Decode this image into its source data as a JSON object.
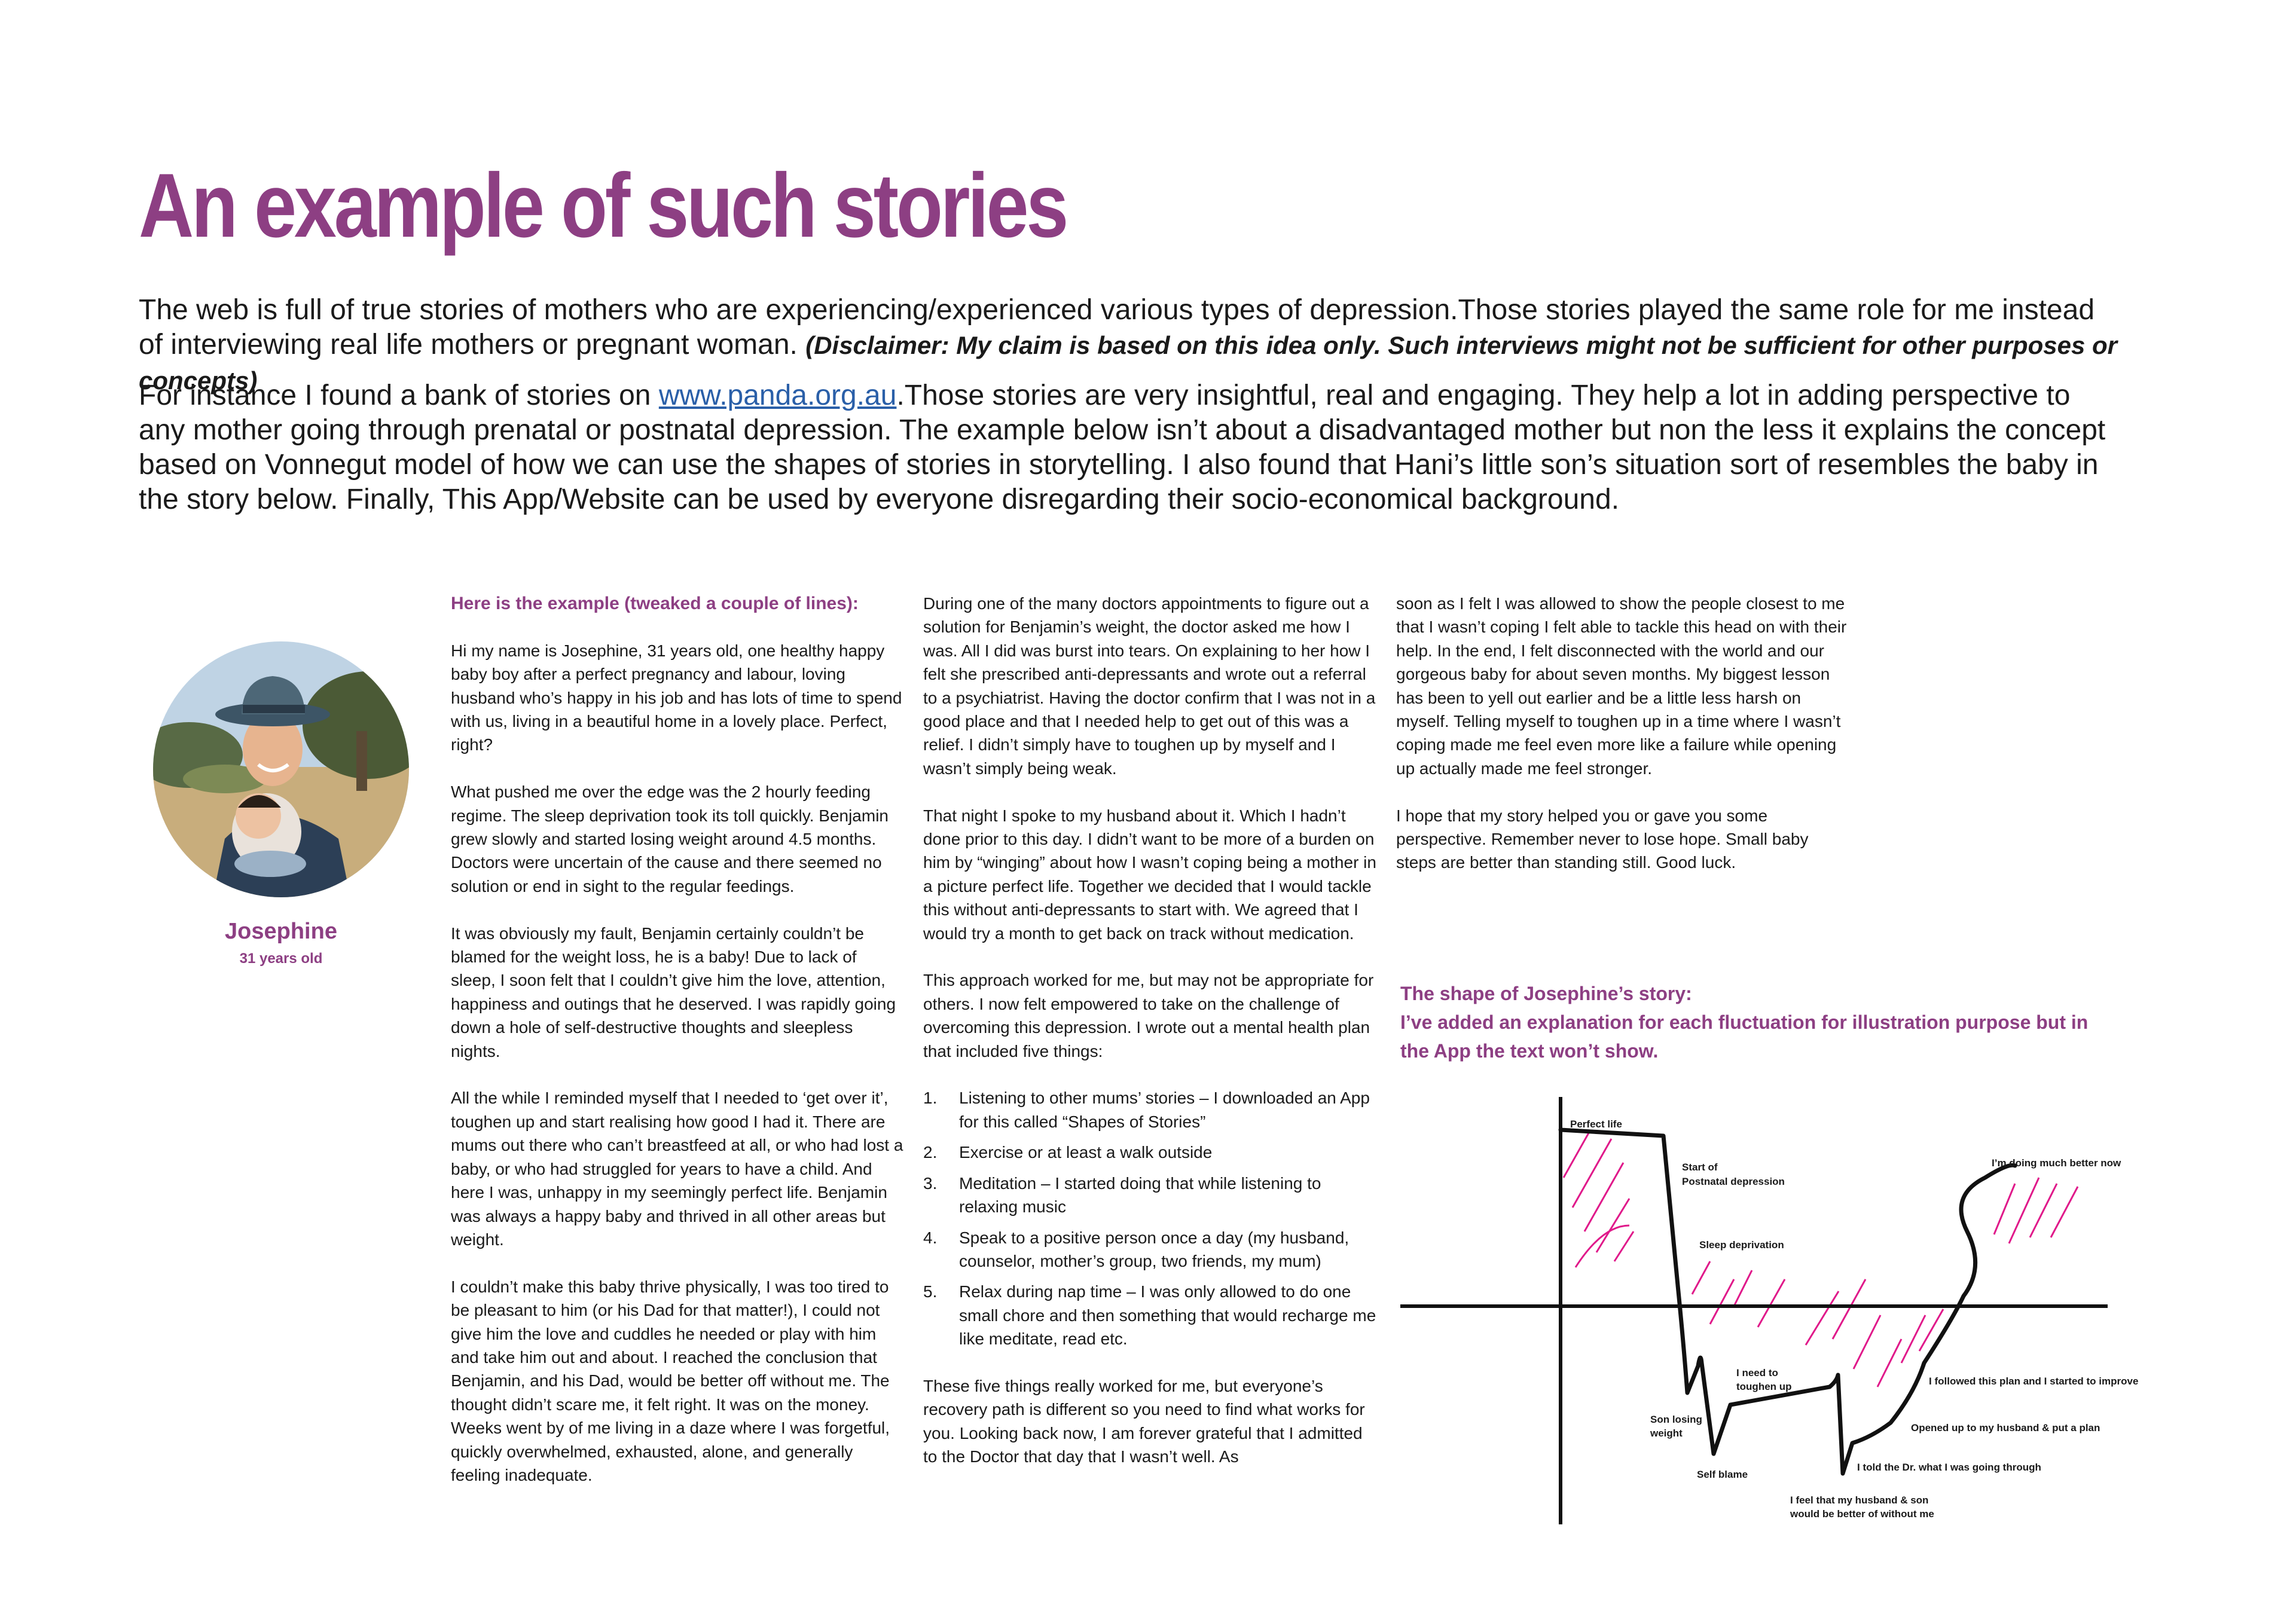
{
  "page": {
    "title": "An example of such stories",
    "intro": {
      "p1": "The web is full of true stories of mothers who are experiencing/experienced various types of depression.Those stories played the same role for me instead of interviewing real life mothers or pregnant woman. ",
      "p1_disclaimer": "(Disclaimer: My claim is based on this idea only. Such interviews might not be sufficient for other purposes or concepts)",
      "p2_before_link": "For instance I found a bank of stories on ",
      "link": "www.panda.org.au",
      "p2_after_link": ".Those stories are very insightful, real and engaging. They help a lot in adding perspective to any mother going through prenatal or postnatal depression. The example below isn’t about a disadvantaged mother but non the less it explains the concept based on Vonnegut model of how we can use the shapes of stories in storytelling. I also found that Hani’s little son’s situation sort of resembles the baby in the story below. Finally, This App/Website can be used by everyone disregarding their socio-economical background."
    }
  },
  "profile": {
    "name": "Josephine",
    "age": "31 years old"
  },
  "story": {
    "heading": "Here is the example (tweaked a couple of lines):",
    "col1": [
      "Hi my name is Josephine, 31 years old, one healthy happy baby boy after a perfect pregnancy and labour, loving husband who’s happy in his job and has lots of time to spend with us, living in a beautiful home in a lovely place. Perfect, right?",
      "What pushed me over the edge was the 2 hourly feeding regime. The sleep deprivation took its toll quickly. Benjamin grew slowly and started losing weight around 4.5 months. Doctors were uncertain of the cause and there seemed no solution or end in sight to the regular feedings.",
      "It was obviously my fault, Benjamin certainly couldn’t be blamed for the weight loss, he is a baby! Due to lack of sleep, I soon felt that I couldn’t give him the love, attention, happiness and outings that he deserved. I was rapidly going down a hole of self-destructive thoughts and sleepless nights.",
      "All the while I reminded myself that I needed to ‘get over it’, toughen up and start realising how good I had it. There are mums out there who can’t breastfeed at all, or who had lost a baby, or who had struggled for years to have a child. And here I was, unhappy in my seemingly perfect life. Benjamin was always a happy baby and thrived in all other areas but weight.",
      "I couldn’t make this baby thrive physically, I was too tired to be pleasant to him (or his Dad for that matter!), I could not give him the love and cuddles he needed or play with him and take him out and about. I reached the conclusion that Benjamin, and his Dad, would be better off without me. The thought didn’t scare me, it felt right. It was on the money. Weeks went by of me living in a daze where I was forgetful, quickly overwhelmed, exhausted, alone, and generally feeling inadequate."
    ],
    "col2": [
      "During one of the many doctors appointments to figure out a solution for Benjamin’s weight, the doctor asked me how I was. All I did was burst into tears. On explaining to her how I felt she prescribed anti-depressants and wrote out a referral to a psychiatrist. Having the doctor confirm that I was not in a good place and that I needed help to get out of this was a relief. I didn’t simply have to toughen up by myself and I wasn’t simply being weak.",
      "That night I spoke to my husband about it. Which I hadn’t done prior to this day. I didn’t want to be more of a burden on him by “winging” about how I wasn’t coping being a mother in a picture perfect life. Together we decided that I would tackle this without anti-depressants to start with. We agreed that I would try a month to get back on track without medication.",
      "This approach worked for me, but may not be appropriate for others. I now felt empowered to take on the challenge of overcoming this depression. I wrote out a mental health plan that included five things:"
    ],
    "plan": [
      {
        "num": "1.",
        "text": "Listening to other mums’ stories – I downloaded an App for this called “Shapes of Stories”"
      },
      {
        "num": "2.",
        "text": "Exercise or at least a walk outside"
      },
      {
        "num": "3.",
        "text": "Meditation – I started doing that while listening to relaxing music"
      },
      {
        "num": "4.",
        "text": "Speak to a positive person once a day (my husband, counselor, mother’s group, two friends, my mum)"
      },
      {
        "num": "5.",
        "text": "Relax during nap time – I was only allowed to do one small chore and then something that would recharge me like meditate, read etc."
      }
    ],
    "col2_end": "These five things really worked for me, but everyone’s recovery path is different so you need to find what works for you. Looking back now, I am forever grateful that I admitted to the Doctor that day that I wasn’t well. As",
    "col3": [
      "soon as I felt I was allowed to show the people closest to me that I wasn’t coping I felt able to tackle this head on with their help. In the end, I felt disconnected with the world and our gorgeous baby for about seven months. My biggest lesson has been to yell out earlier and be a little less harsh on myself. Telling myself to toughen up in a time where I wasn’t coping made me feel even more like a failure while opening up actually made me feel stronger.",
      "I hope that my story helped you or gave you some perspective. Remember never to lose hope. Small baby steps are better than standing still. Good luck."
    ]
  },
  "shape": {
    "heading_1": "The shape of Josephine’s story:",
    "heading_2": "I’ve added an explanation for each fluctuation for illustration purpose but in the App the text won’t show.",
    "line_color": "#111111",
    "hatch_color": "#e0198a",
    "labels": {
      "perfect_life": "Perfect life",
      "start_1": "Start of",
      "start_2": "Postnatal depression",
      "sleep": "Sleep deprivation",
      "son_1": "Son losing",
      "son_2": "weight",
      "toughen_1": "I need to",
      "toughen_2": "toughen up",
      "self_blame": "Self blame",
      "better_off_1": "I feel that my husband & son",
      "better_off_2": "would be better of without me",
      "told_dr": "I told the Dr. what I was going through",
      "opened_up": "Opened up to my husband & put a plan",
      "followed": "I followed this plan and I started to improve",
      "doing_better": "I’m doing much better now"
    }
  }
}
